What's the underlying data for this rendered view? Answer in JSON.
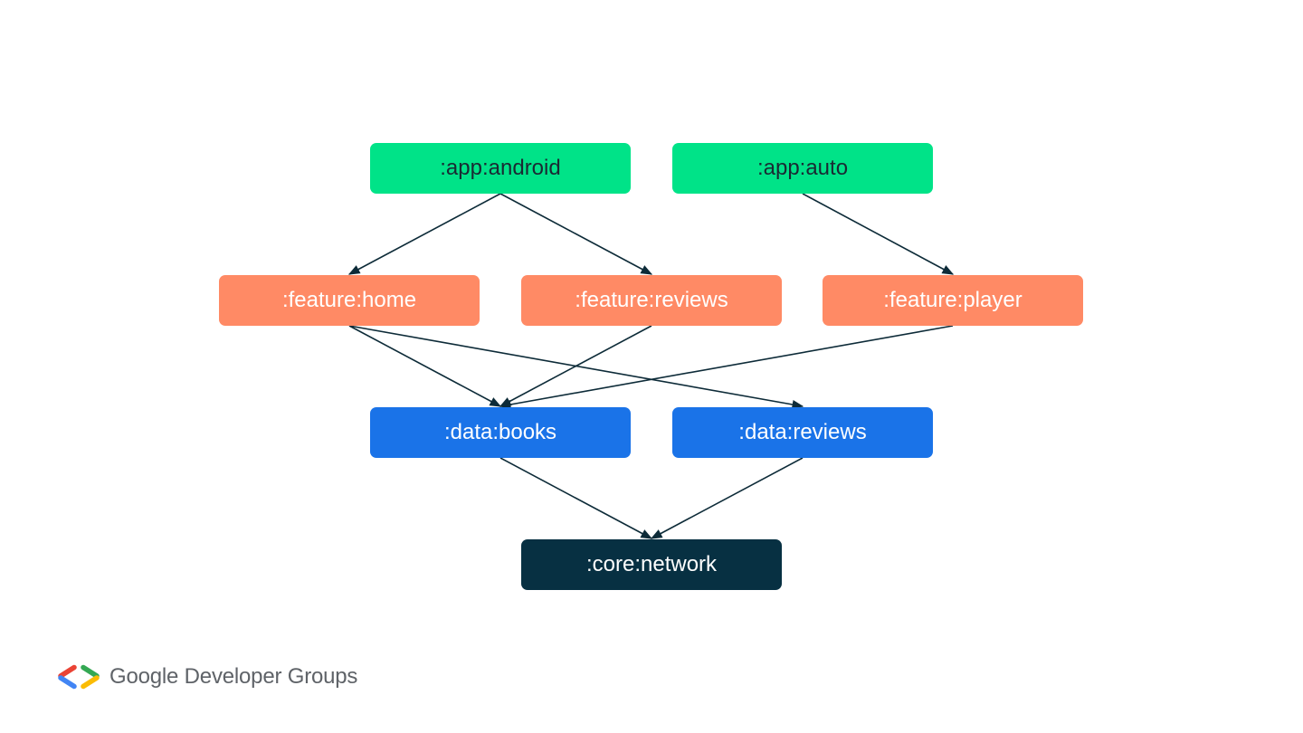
{
  "diagram": {
    "nodes": [
      {
        "id": "app_android",
        "label": ":app:android",
        "group": "app"
      },
      {
        "id": "app_auto",
        "label": ":app:auto",
        "group": "app"
      },
      {
        "id": "feature_home",
        "label": ":feature:home",
        "group": "feature"
      },
      {
        "id": "feature_reviews",
        "label": ":feature:reviews",
        "group": "feature"
      },
      {
        "id": "feature_player",
        "label": ":feature:player",
        "group": "feature"
      },
      {
        "id": "data_books",
        "label": ":data:books",
        "group": "data"
      },
      {
        "id": "data_reviews",
        "label": ":data:reviews",
        "group": "data"
      },
      {
        "id": "core_network",
        "label": ":core:network",
        "group": "core"
      }
    ],
    "edges": [
      {
        "from": "app_android",
        "to": "feature_home"
      },
      {
        "from": "app_android",
        "to": "feature_reviews"
      },
      {
        "from": "app_auto",
        "to": "feature_player"
      },
      {
        "from": "feature_home",
        "to": "data_books"
      },
      {
        "from": "feature_home",
        "to": "data_reviews"
      },
      {
        "from": "feature_reviews",
        "to": "data_books"
      },
      {
        "from": "feature_player",
        "to": "data_books"
      },
      {
        "from": "data_books",
        "to": "core_network"
      },
      {
        "from": "data_reviews",
        "to": "core_network"
      }
    ],
    "colors": {
      "app": "#00e388",
      "feature": "#ff8a65",
      "data": "#1a73e8",
      "core": "#073042",
      "edge": "#0d2b38"
    }
  },
  "footer": {
    "logo_text": "Google Developer Groups",
    "logo_colors": {
      "blue": "#4285f4",
      "red": "#ea4335",
      "green": "#34a853",
      "yellow": "#fbbc04"
    }
  }
}
